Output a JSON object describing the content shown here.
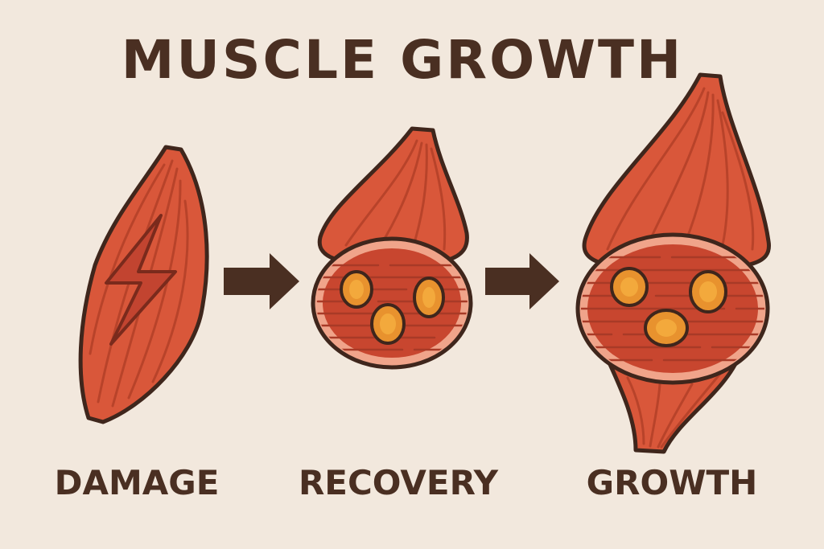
{
  "title": "MUSCLE GROWTH",
  "stages": [
    {
      "label": "DAMAGE",
      "icon": "lightning-bolt-icon"
    },
    {
      "label": "RECOVERY",
      "icon": "muscle-cross-section"
    },
    {
      "label": "GROWTH",
      "icon": "muscle-cross-section"
    }
  ],
  "arrows": [
    "arrow-right-icon",
    "arrow-right-icon"
  ],
  "colors": {
    "background": "#f2e8dd",
    "muscle": "#d9573a",
    "muscle_dark": "#b8432a",
    "outline": "#3f261c",
    "cross_section_rim": "#f0a48a",
    "cells": "#e8922e",
    "text": "#4a2f22"
  }
}
